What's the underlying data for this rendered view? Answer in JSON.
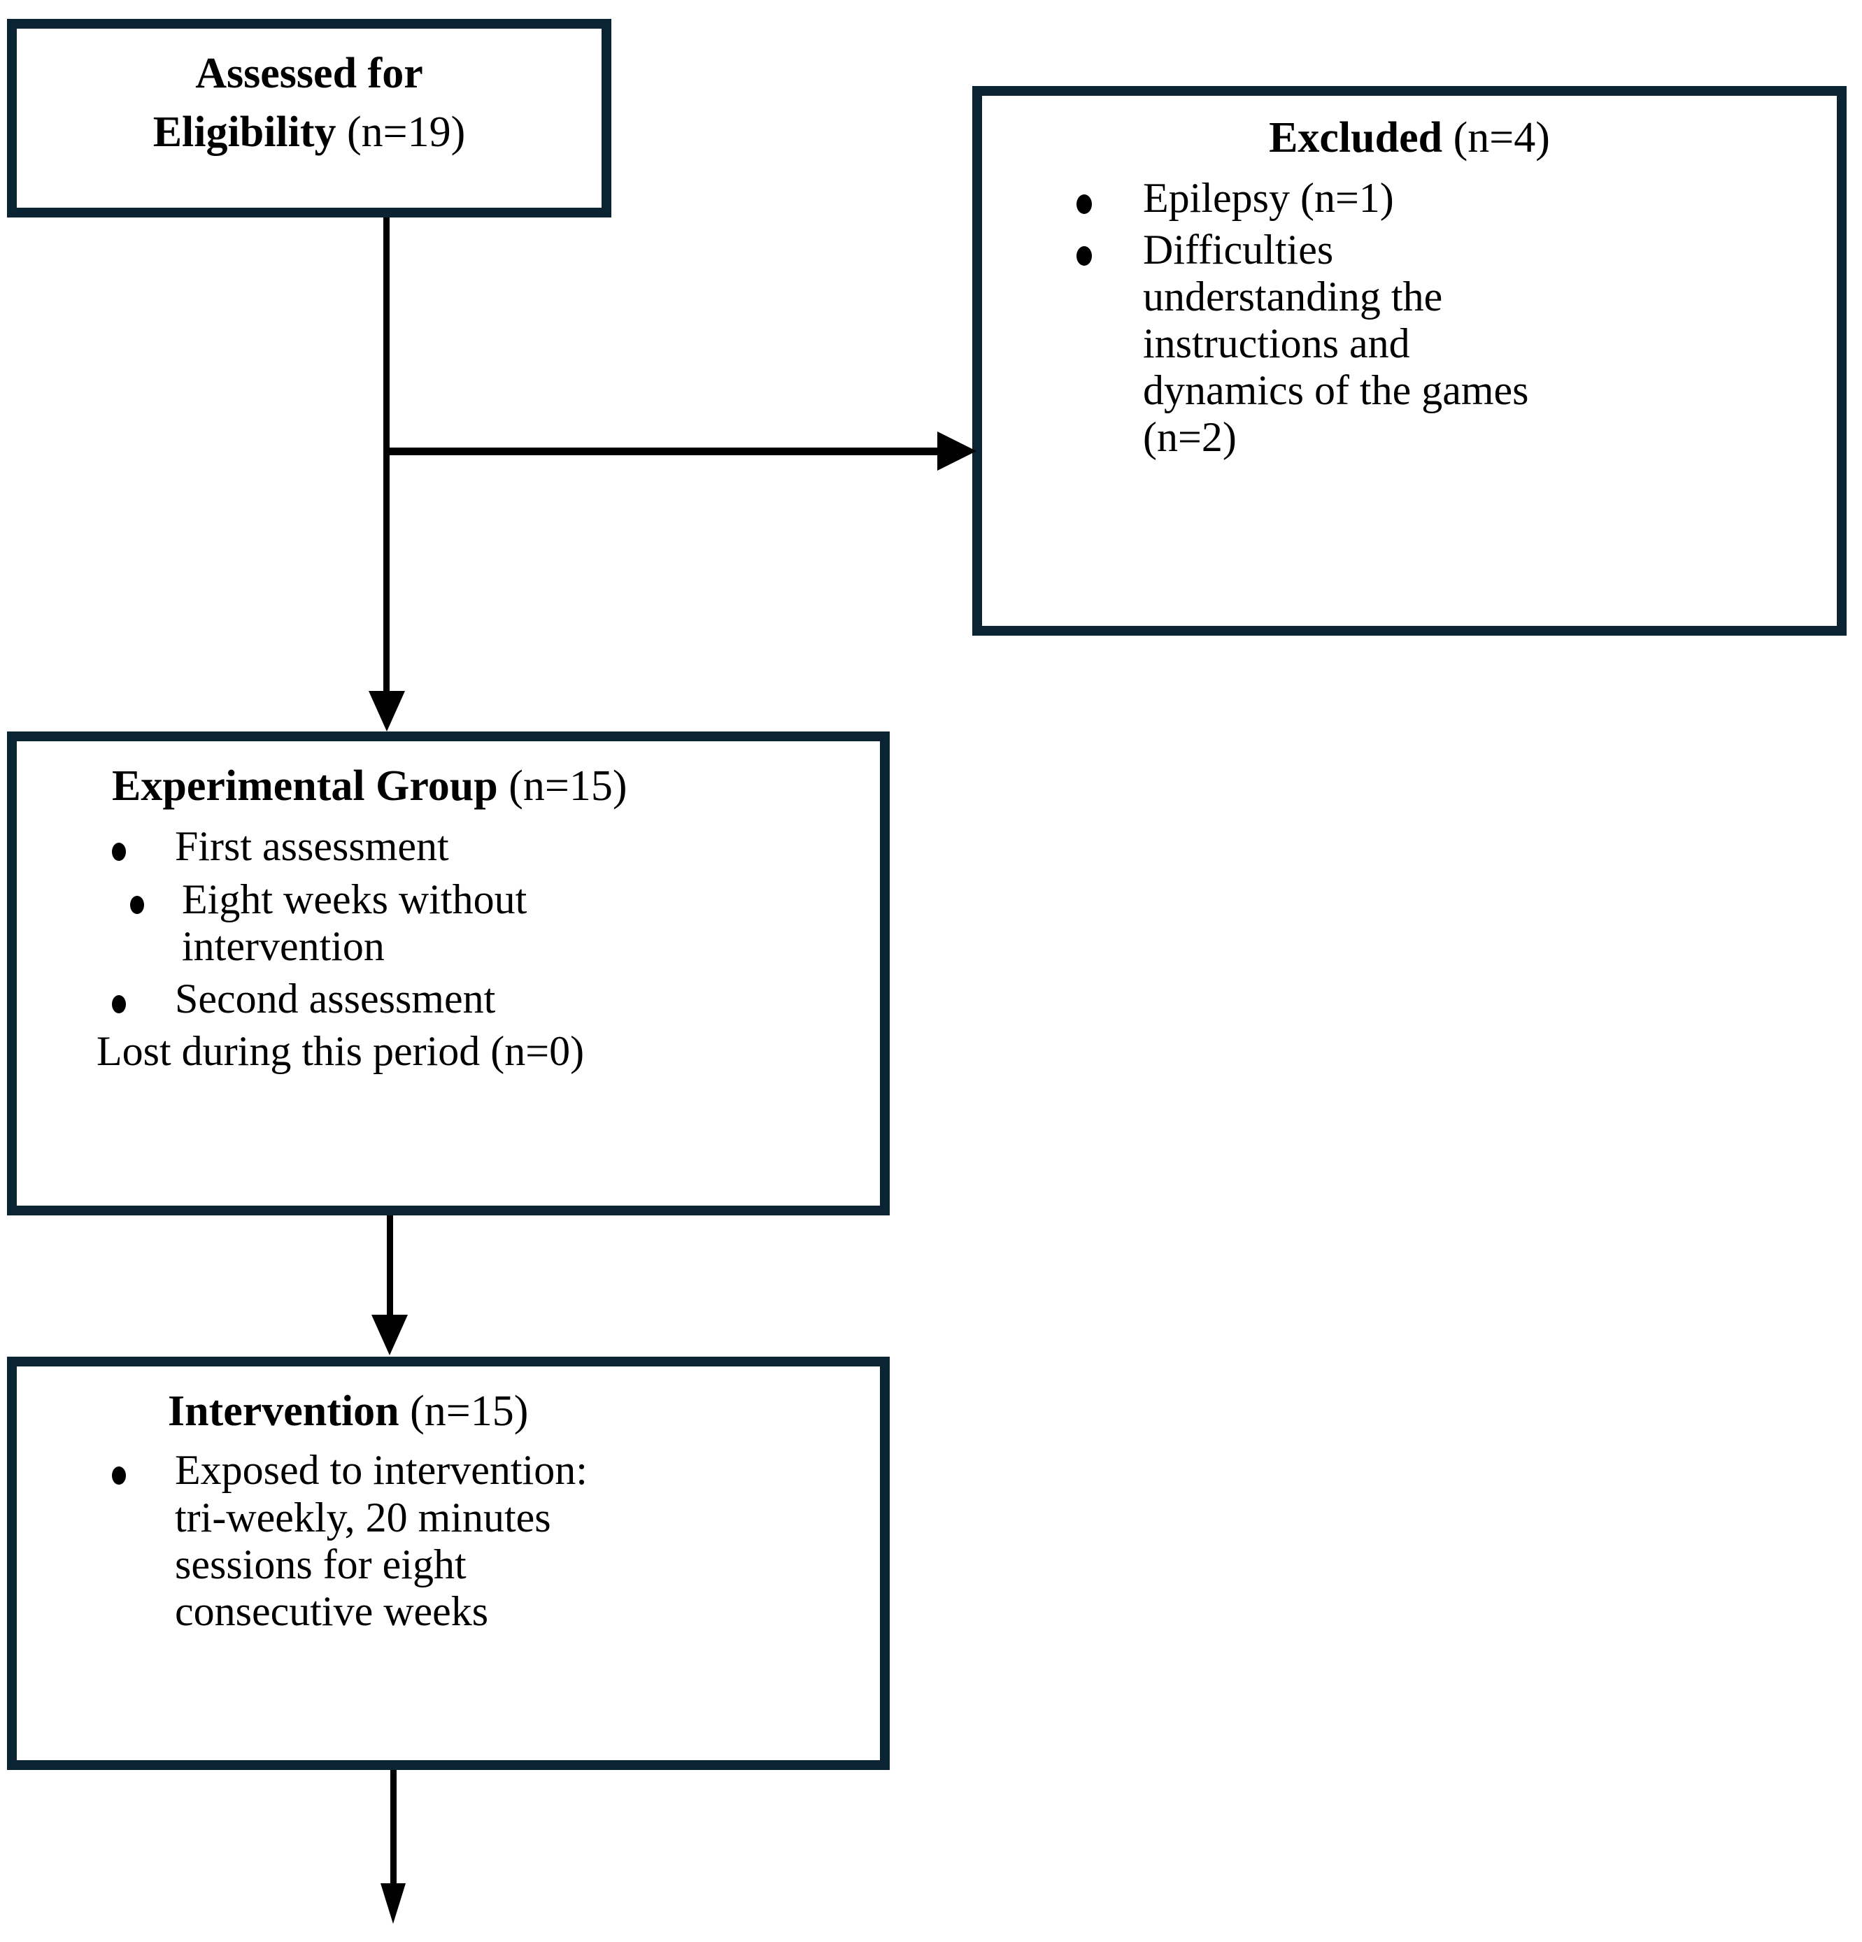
{
  "diagram": {
    "type": "participant-flow-chart",
    "accent_color": "#0a2433",
    "connector_color": "#000000",
    "background": "#ffffff"
  },
  "nodes": {
    "assessed": {
      "title_strong": "Assessed for",
      "title_second_strong": "Eligibility",
      "title_second_plain": " (n=19)"
    },
    "excluded": {
      "title_strong": "Excluded",
      "title_plain": " (n=4)",
      "bullets": [
        {
          "line1": "Epilepsy (n=1)",
          "line2": "",
          "line3": "",
          "line4": "",
          "line5": ""
        },
        {
          "line1": "Difficulties",
          "line2": "understanding the",
          "line3": "instructions and",
          "line4": "dynamics of the games",
          "line5": "(n=2)"
        }
      ]
    },
    "experimental": {
      "title_strong": "Experimental Group",
      "title_plain": " (n=15)",
      "bullets": [
        {
          "line1": "First assessment",
          "line2": ""
        },
        {
          "line1": "Eight weeks without",
          "line2": "intervention"
        },
        {
          "line1": "Second assessment",
          "line2": ""
        }
      ],
      "footer": "Lost during this period (n=0)"
    },
    "intervention": {
      "title_strong": "Intervention",
      "title_plain": " (n=15)",
      "bullets": [
        {
          "line1": "Exposed to intervention:",
          "line2": "tri-weekly, 20 minutes",
          "line3": "sessions for eight",
          "line4": "consecutive weeks"
        }
      ]
    }
  }
}
